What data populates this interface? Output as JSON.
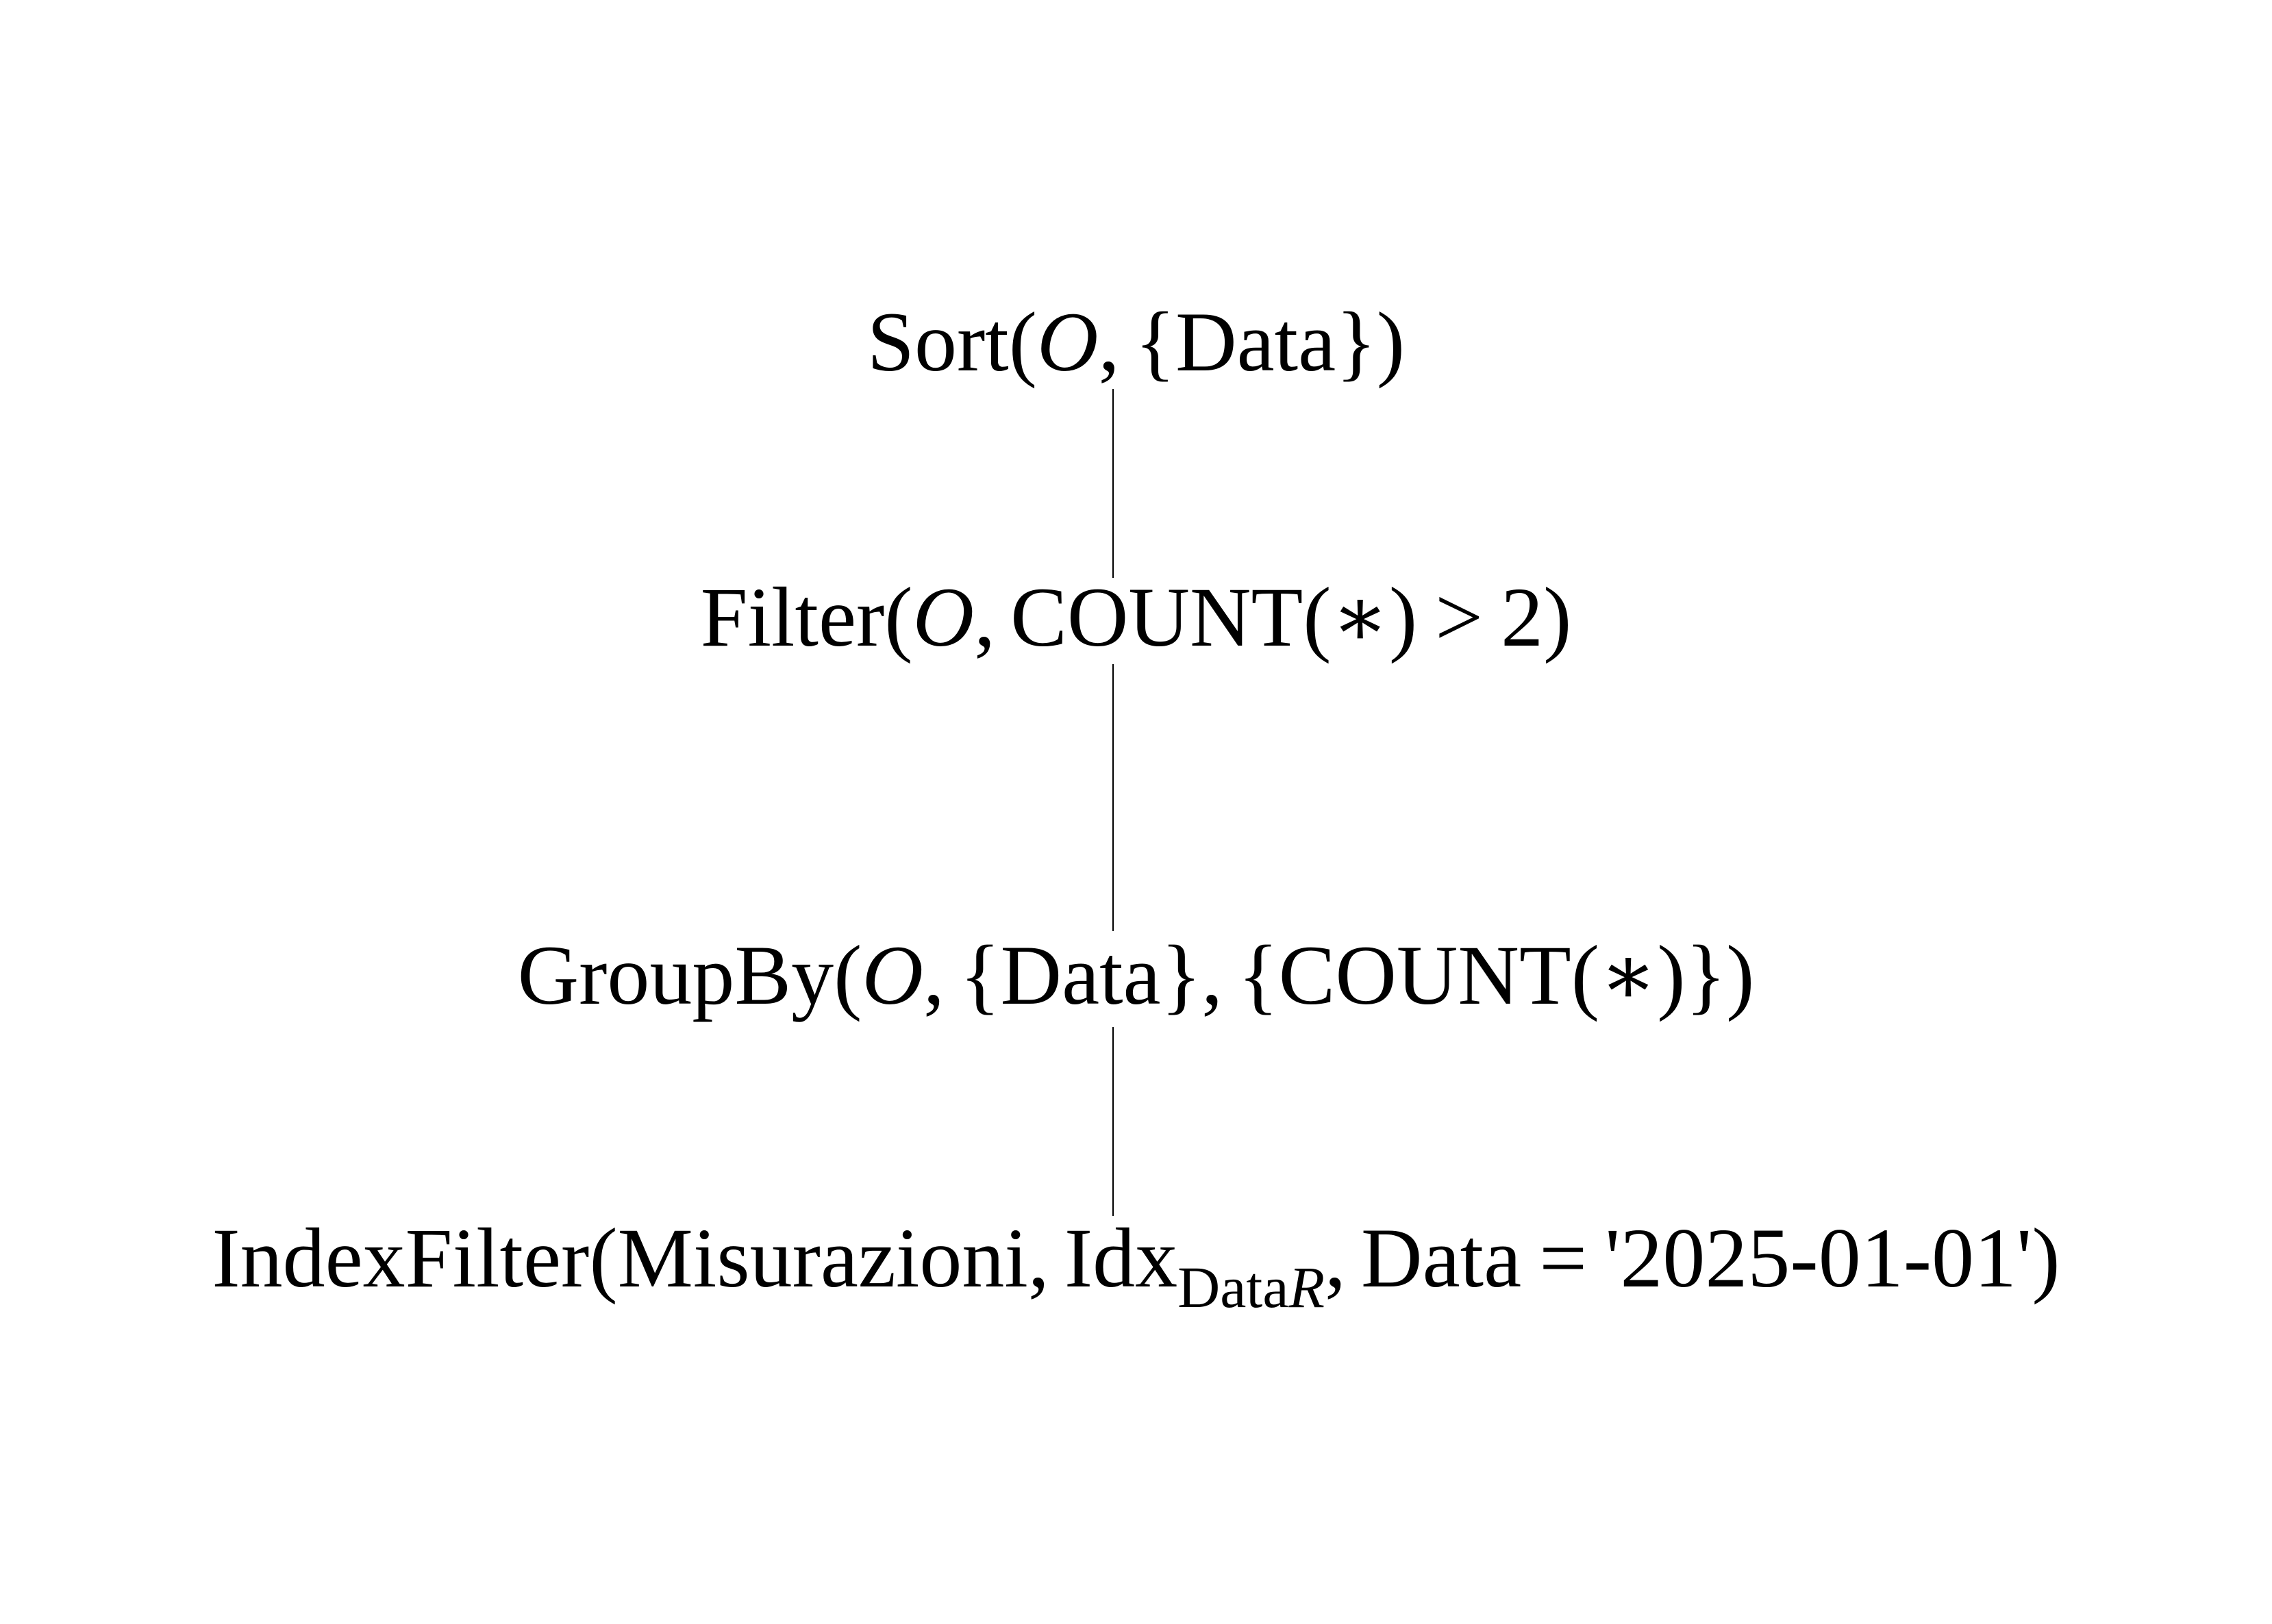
{
  "tree": {
    "sort": {
      "name": "Sort",
      "relation": "O",
      "args": "{Data}"
    },
    "filter": {
      "name": "Filter",
      "relation": "O",
      "aggregate": "COUNT(∗)",
      "operator": ">",
      "value": "2"
    },
    "groupby": {
      "name": "GroupBy",
      "relation": "O",
      "keys": "{Data}",
      "aggregates": "{COUNT(∗)}"
    },
    "indexfilter": {
      "name": "IndexFilter",
      "table": "Misurazioni",
      "index_base": "Idx",
      "index_sub": "Data",
      "index_sub_italic": "R",
      "attribute": "Data",
      "operator": "=",
      "value": "'2025-01-01'"
    }
  }
}
